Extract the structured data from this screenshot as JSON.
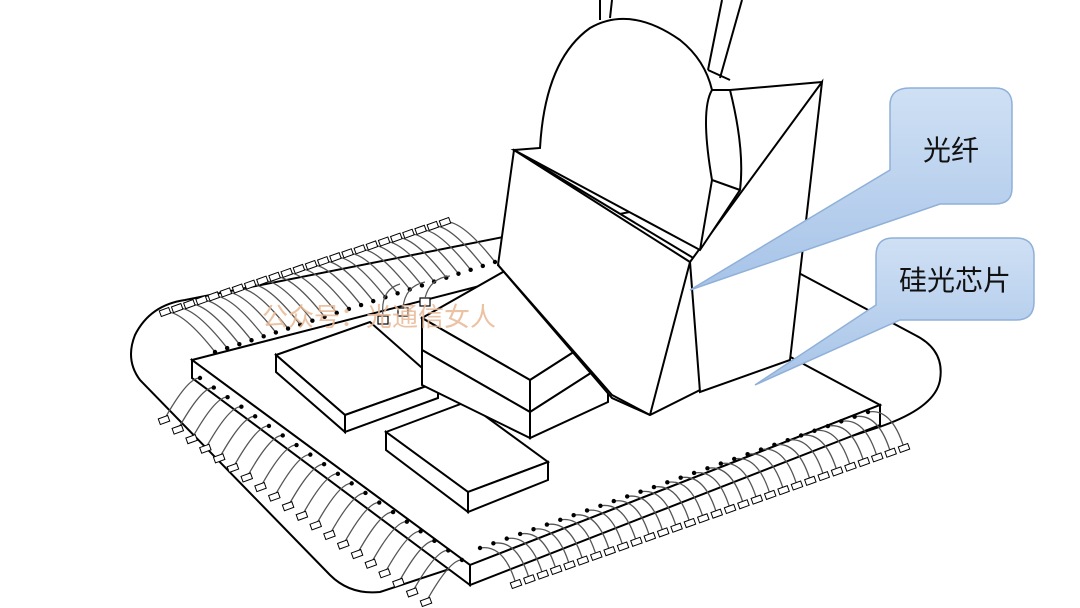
{
  "callouts": {
    "fiber": {
      "label": "光纤"
    },
    "chip": {
      "label": "硅光芯片"
    }
  },
  "watermark": {
    "text": "公众号：光通信女人"
  },
  "colors": {
    "outline": "#000000",
    "fill": "#ffffff",
    "callout_fill_top": "#c9dcf2",
    "callout_fill_bottom": "#a9c6ea",
    "callout_stroke": "#8fb0d8",
    "wire": "#555555",
    "watermark": "#e8b894"
  }
}
